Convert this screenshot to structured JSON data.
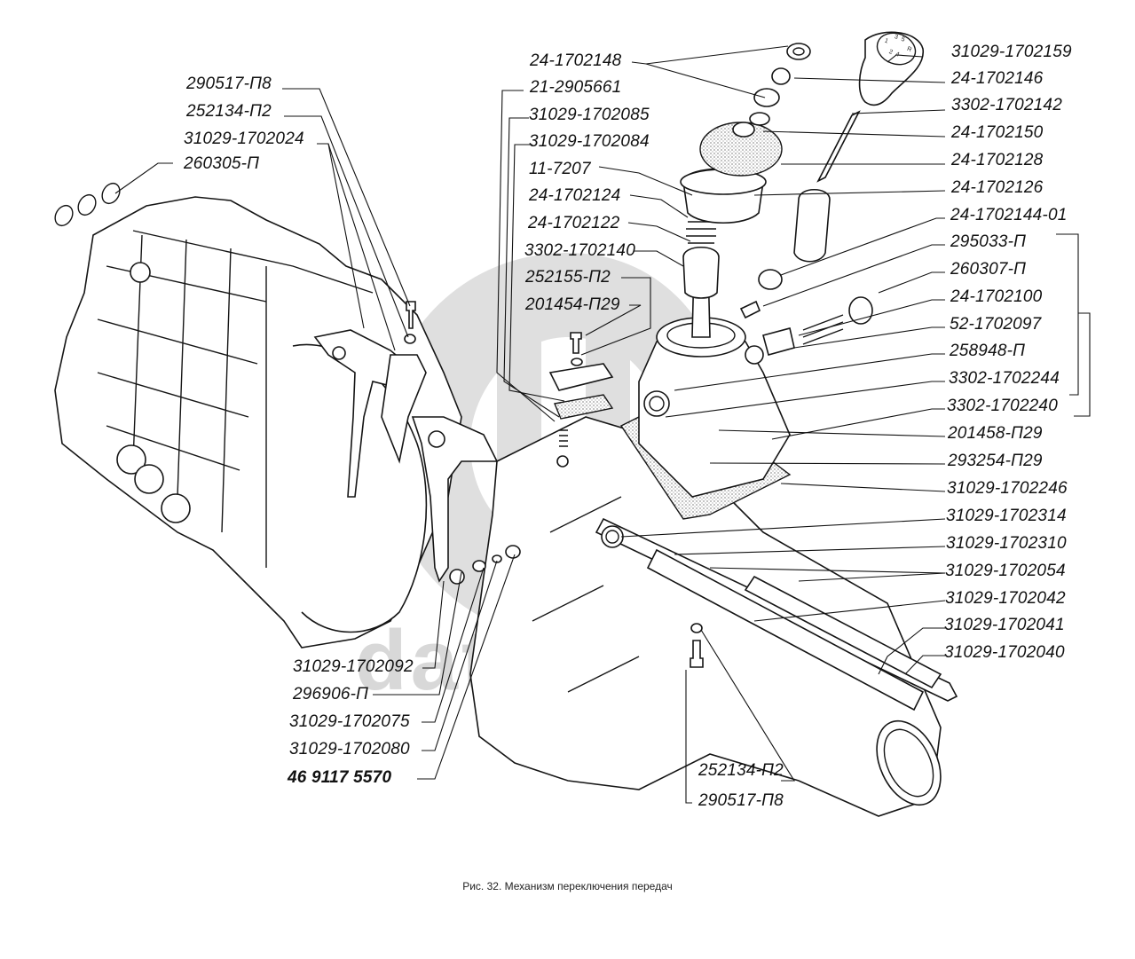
{
  "figure": {
    "caption": "Рис.  32. Механизм переключения передач",
    "watermark": "data-parts",
    "shift_knob_pattern": [
      "1",
      "3",
      "5",
      "2",
      "4",
      "R"
    ]
  },
  "labels_left_top": [
    {
      "id": "l1",
      "text": "290517-П8"
    },
    {
      "id": "l2",
      "text": "252134-П2"
    },
    {
      "id": "l3",
      "text": "31029-1702024"
    },
    {
      "id": "l4",
      "text": "260305-П"
    }
  ],
  "labels_center": [
    {
      "id": "c1",
      "text": "24-1702148"
    },
    {
      "id": "c2",
      "text": "21-2905661"
    },
    {
      "id": "c3",
      "text": "31029-1702085"
    },
    {
      "id": "c4",
      "text": "31029-1702084"
    },
    {
      "id": "c5",
      "text": "11-7207"
    },
    {
      "id": "c6",
      "text": "24-1702124"
    },
    {
      "id": "c7",
      "text": "24-1702122"
    },
    {
      "id": "c8",
      "text": "3302-1702140"
    },
    {
      "id": "c9",
      "text": "252155-П2"
    },
    {
      "id": "c10",
      "text": "201454-П29"
    }
  ],
  "labels_right": [
    {
      "id": "r1",
      "text": "31029-1702159"
    },
    {
      "id": "r2",
      "text": "24-1702146"
    },
    {
      "id": "r3",
      "text": "3302-1702142"
    },
    {
      "id": "r4",
      "text": "24-1702150"
    },
    {
      "id": "r5",
      "text": "24-1702128"
    },
    {
      "id": "r6",
      "text": "24-1702126"
    },
    {
      "id": "r7",
      "text": "24-1702144-01"
    },
    {
      "id": "r8",
      "text": "295033-П"
    },
    {
      "id": "r9",
      "text": "260307-П"
    },
    {
      "id": "r10",
      "text": "24-1702100"
    },
    {
      "id": "r11",
      "text": "52-1702097"
    },
    {
      "id": "r12",
      "text": "258948-П"
    },
    {
      "id": "r13",
      "text": "3302-1702244"
    },
    {
      "id": "r14",
      "text": "3302-1702240"
    },
    {
      "id": "r15",
      "text": "201458-П29"
    },
    {
      "id": "r16",
      "text": "293254-П29"
    },
    {
      "id": "r17",
      "text": "31029-1702246"
    },
    {
      "id": "r18",
      "text": "31029-1702314"
    },
    {
      "id": "r19",
      "text": "31029-1702310"
    },
    {
      "id": "r20",
      "text": "31029-1702054"
    },
    {
      "id": "r21",
      "text": "31029-1702042"
    },
    {
      "id": "r22",
      "text": "31029-1702041"
    },
    {
      "id": "r23",
      "text": "31029-1702040"
    }
  ],
  "labels_left_bottom": [
    {
      "id": "b1",
      "text": "31029-1702092"
    },
    {
      "id": "b2",
      "text": "296906-П"
    },
    {
      "id": "b3",
      "text": "31029-1702075"
    },
    {
      "id": "b4",
      "text": "31029-1702080"
    },
    {
      "id": "b5",
      "text": "46 9117 5570"
    }
  ],
  "labels_bottom_center": [
    {
      "id": "m1",
      "text": "252134-П2"
    },
    {
      "id": "m2",
      "text": "290517-П8"
    }
  ]
}
